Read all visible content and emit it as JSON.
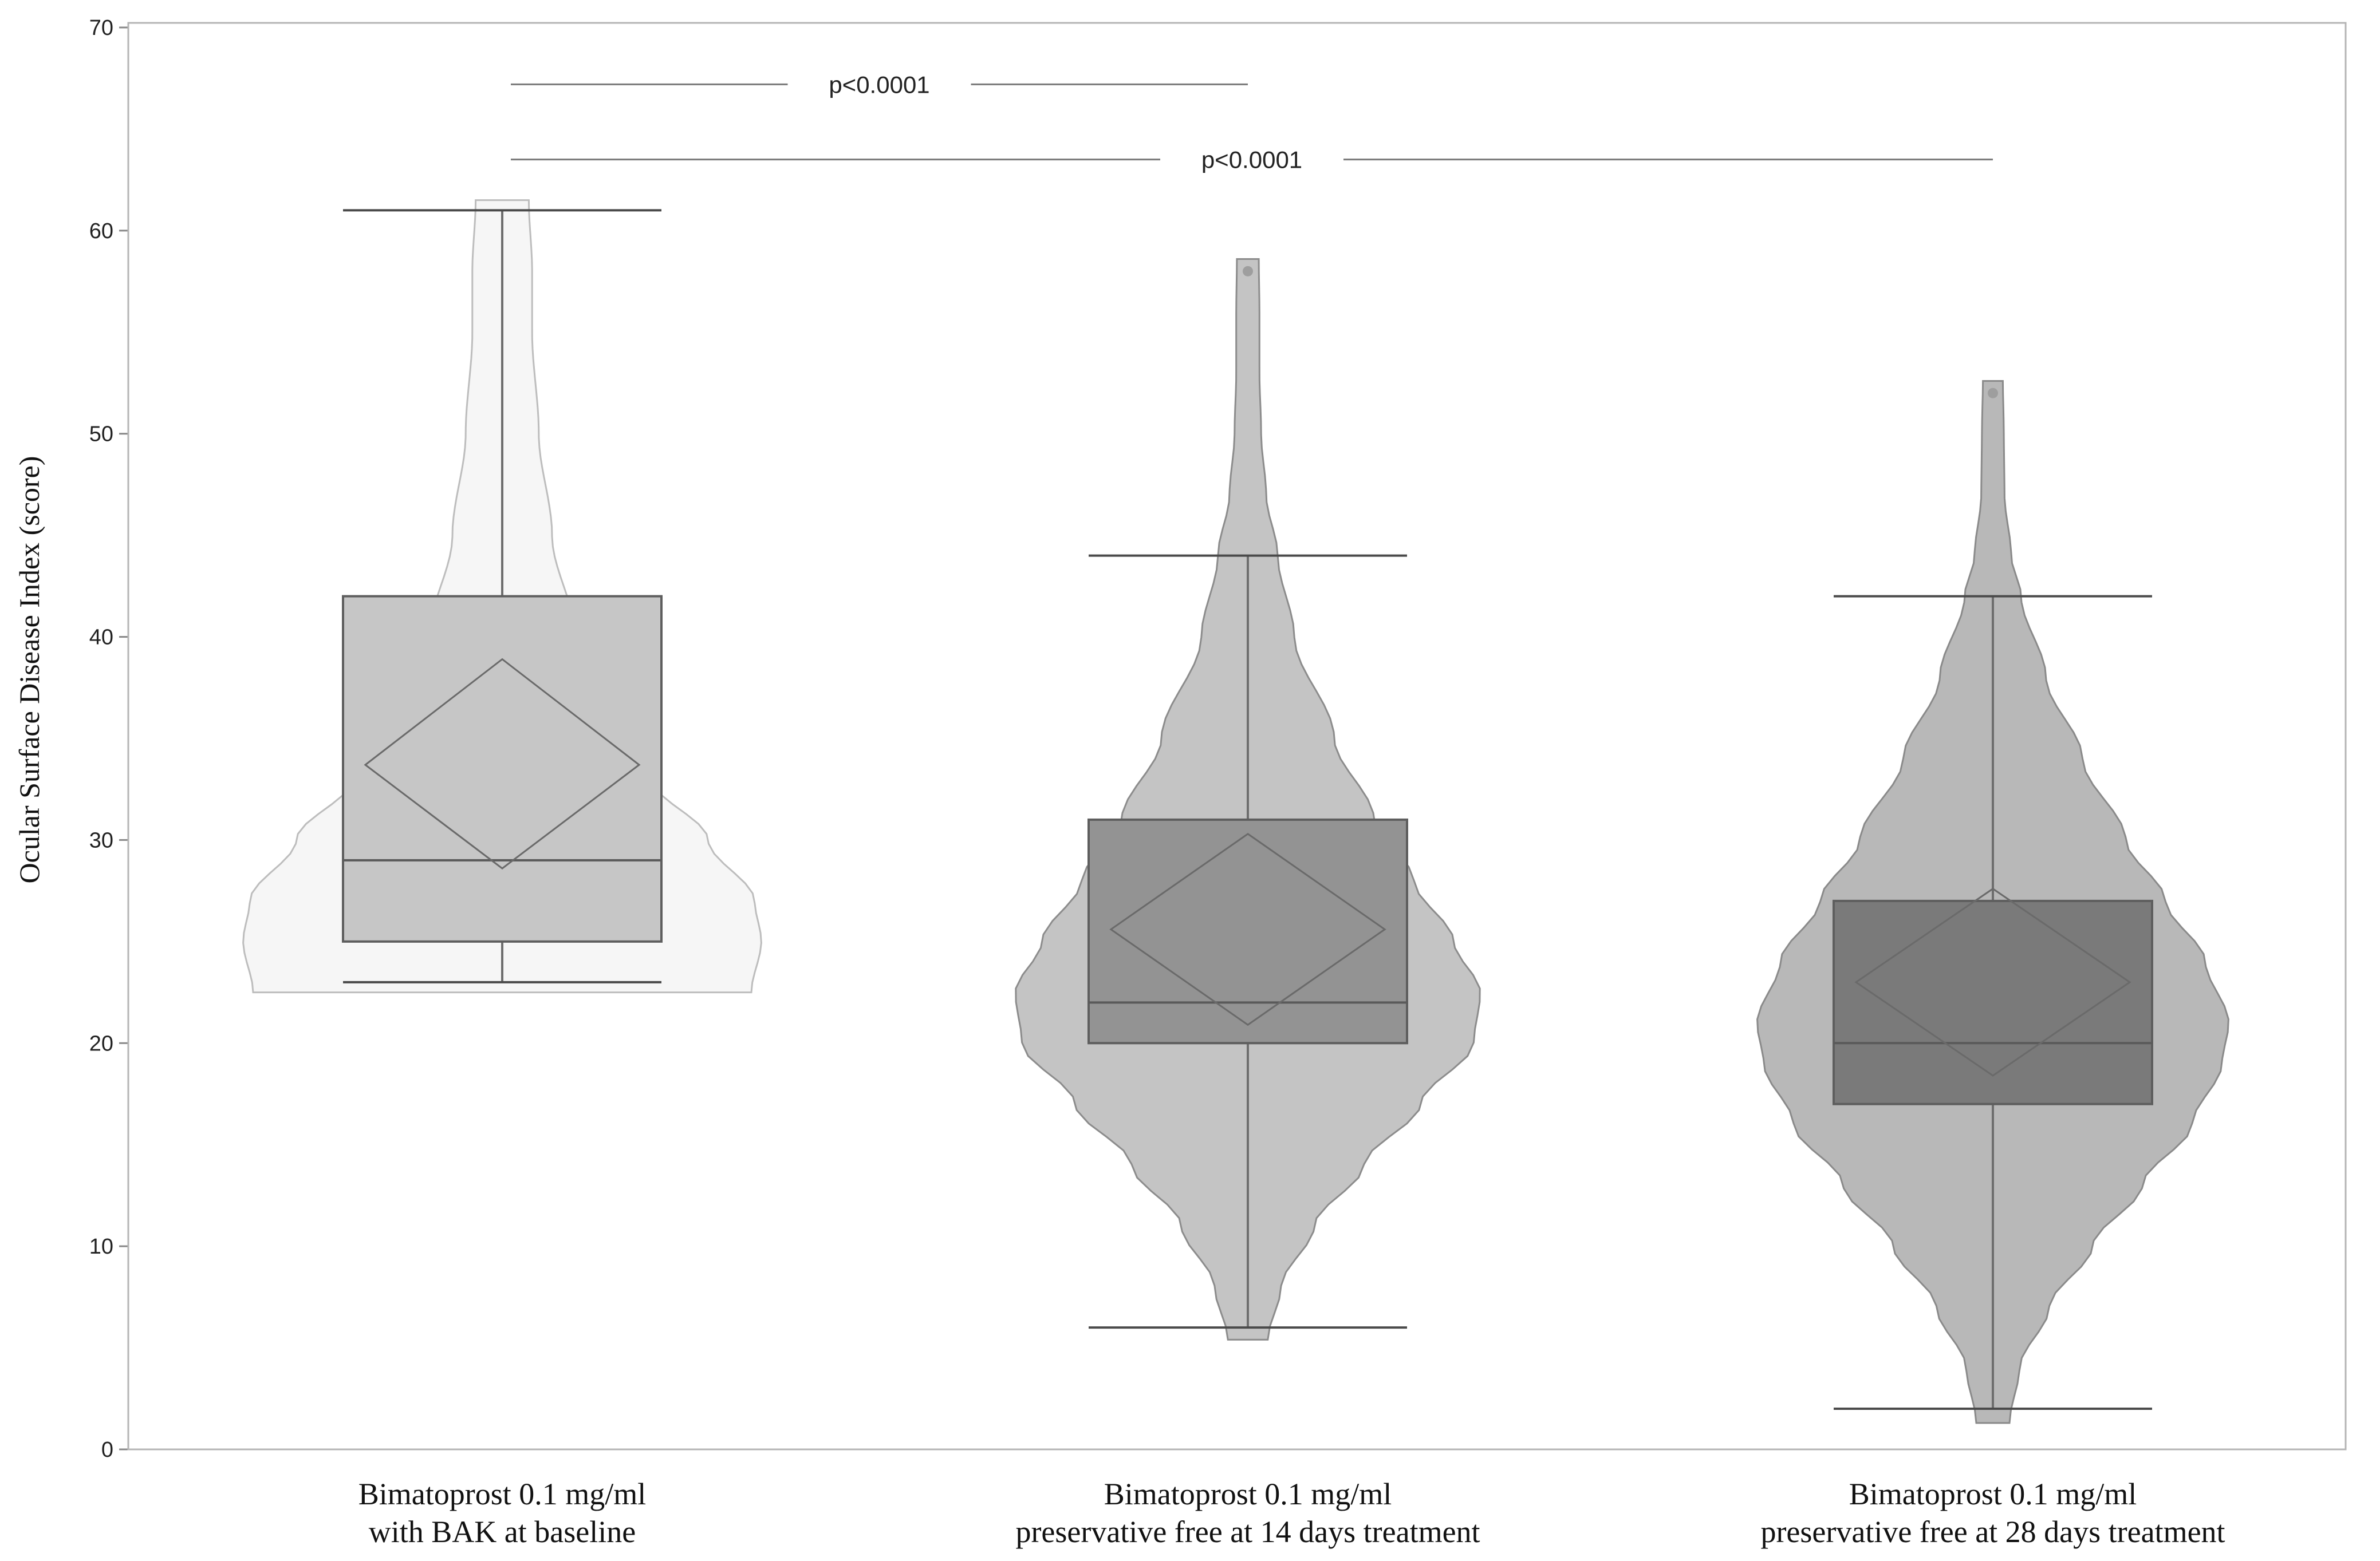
{
  "chart_data": {
    "type": "violin",
    "ylabel": "Ocular Surface Disease Index (score)",
    "xlabel": "",
    "ylim": [
      0,
      70
    ],
    "yticks": [
      0,
      10,
      20,
      30,
      40,
      50,
      60,
      70
    ],
    "grid": false,
    "legend": "none",
    "categories": [
      [
        "Bimatoprost 0.1 mg/ml",
        "with BAK at baseline"
      ],
      [
        "Bimatoprost 0.1 mg/ml",
        "preservative free at 14 days treatment"
      ],
      [
        "Bimatoprost 0.1 mg/ml",
        "preservative free at 28 days treatment"
      ]
    ],
    "groups": [
      {
        "min": 23,
        "q1": 25,
        "median": 29,
        "q3": 42,
        "max": 61,
        "mean": 33.7,
        "ci": [
          28.6,
          38.9
        ],
        "outliers": [],
        "density_range": [
          22.5,
          61.5
        ],
        "density_profile": [
          [
            22.5,
            0.75
          ],
          [
            25,
            0.78
          ],
          [
            27,
            0.76
          ],
          [
            30,
            0.62
          ],
          [
            33,
            0.45
          ],
          [
            36,
            0.32
          ],
          [
            40,
            0.22
          ],
          [
            45,
            0.15
          ],
          [
            50,
            0.11
          ],
          [
            55,
            0.09
          ],
          [
            58,
            0.09
          ],
          [
            61.5,
            0.08
          ]
        ],
        "violin_color": "#f6f6f6",
        "violin_stroke": "#bdbdbd",
        "box_color": "#c6c6c6"
      },
      {
        "min": 6,
        "q1": 20,
        "median": 22,
        "q3": 31,
        "max": 44,
        "mean": 25.6,
        "ci": [
          20.9,
          30.3
        ],
        "outliers": [
          58
        ],
        "density_range": [
          5.4,
          58.6
        ],
        "density_profile": [
          [
            5.4,
            0.06
          ],
          [
            8,
            0.1
          ],
          [
            11,
            0.2
          ],
          [
            14,
            0.35
          ],
          [
            17,
            0.52
          ],
          [
            20,
            0.68
          ],
          [
            22.5,
            0.7
          ],
          [
            25,
            0.62
          ],
          [
            28,
            0.5
          ],
          [
            31,
            0.38
          ],
          [
            35,
            0.26
          ],
          [
            40,
            0.14
          ],
          [
            44,
            0.09
          ],
          [
            47,
            0.055
          ],
          [
            50,
            0.04
          ],
          [
            53,
            0.035
          ],
          [
            56,
            0.035
          ],
          [
            58.6,
            0.033
          ]
        ],
        "violin_color": "#c4c4c4",
        "violin_stroke": "#8c8c8c",
        "box_color": "#939393"
      },
      {
        "min": 2,
        "q1": 17,
        "median": 20,
        "q3": 27,
        "max": 42,
        "mean": 23.0,
        "ci": [
          18.4,
          27.6
        ],
        "outliers": [
          52
        ],
        "density_range": [
          1.3,
          52.6
        ],
        "density_profile": [
          [
            1.3,
            0.05
          ],
          [
            4,
            0.08
          ],
          [
            7,
            0.17
          ],
          [
            10,
            0.3
          ],
          [
            13,
            0.45
          ],
          [
            16,
            0.6
          ],
          [
            19,
            0.69
          ],
          [
            21,
            0.71
          ],
          [
            24,
            0.64
          ],
          [
            27,
            0.52
          ],
          [
            30,
            0.4
          ],
          [
            34,
            0.27
          ],
          [
            38,
            0.16
          ],
          [
            42,
            0.085
          ],
          [
            44,
            0.055
          ],
          [
            47,
            0.035
          ],
          [
            50,
            0.033
          ],
          [
            52.6,
            0.03
          ]
        ],
        "violin_color": "#b8b8b8",
        "violin_stroke": "#8a8a8a",
        "box_color": "#7a7a7a"
      }
    ],
    "annotations": [
      {
        "text": "p<0.0001",
        "from_group": 0,
        "to_group": 1,
        "y": 67.2
      },
      {
        "text": "p<0.0001",
        "from_group": 0,
        "to_group": 2,
        "y": 63.5
      }
    ]
  }
}
